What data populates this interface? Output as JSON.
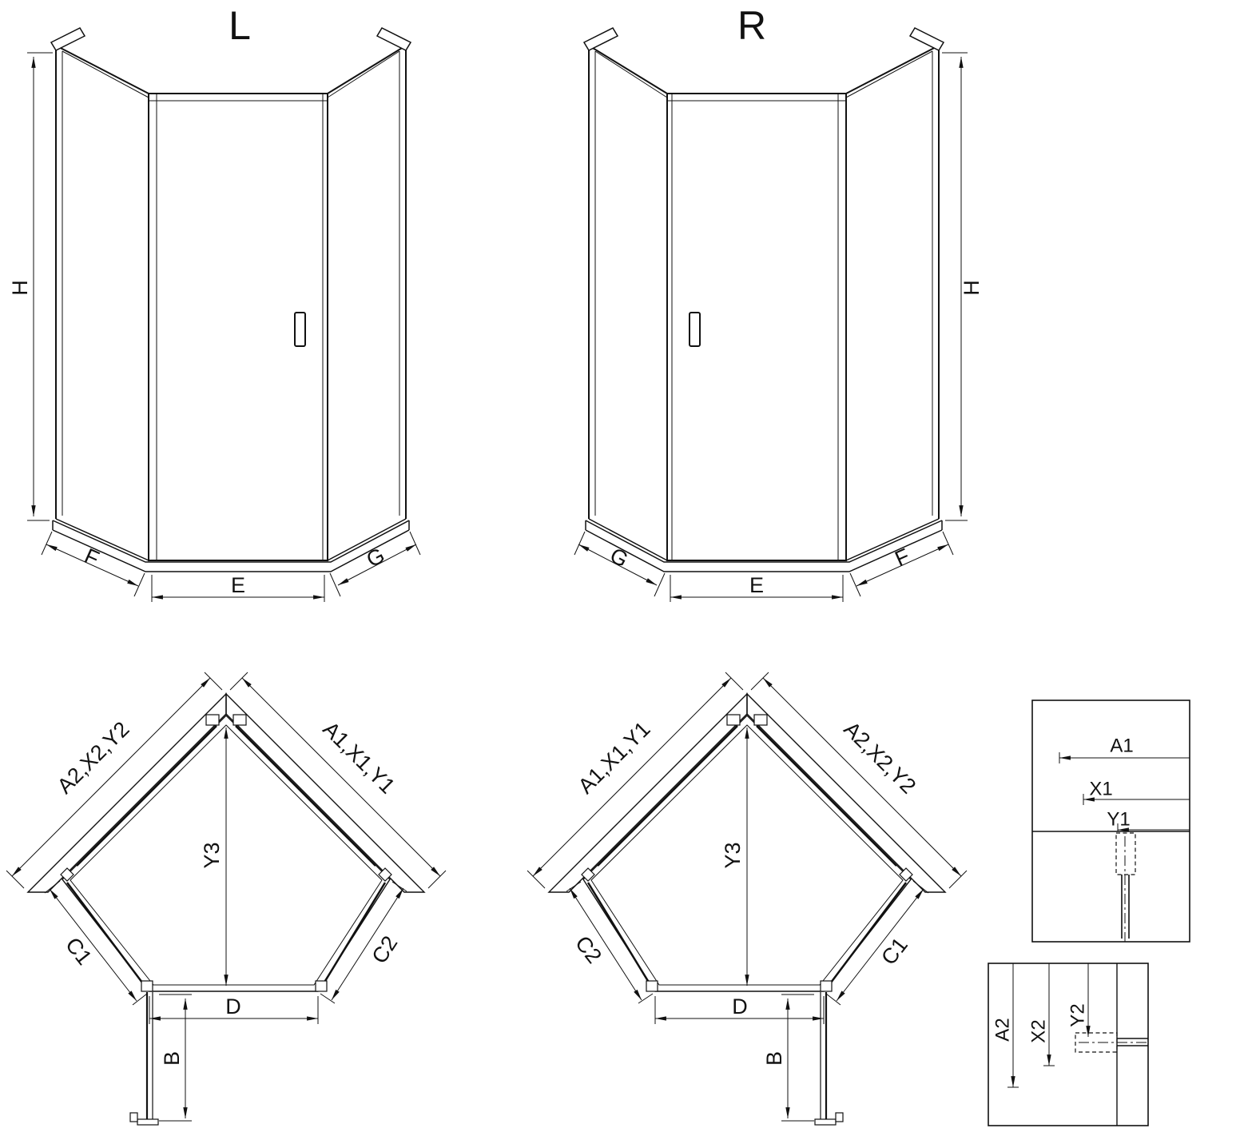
{
  "front_views": [
    {
      "title": "L",
      "height_label": "H",
      "left_bottom_label": "F",
      "center_bottom_label": "E",
      "right_bottom_label": "G"
    },
    {
      "title": "R",
      "height_label": "H",
      "left_bottom_label": "G",
      "center_bottom_label": "E",
      "right_bottom_label": "F"
    }
  ],
  "plan_views": [
    {
      "upper_left_wall_label": "A2,X2,Y2",
      "upper_right_wall_label": "A1,X1,Y1",
      "depth_label": "Y3",
      "left_cut_label": "C1",
      "right_cut_label": "C2",
      "door_width_label": "D",
      "door_swing_label": "B"
    },
    {
      "upper_left_wall_label": "A1,X1,Y1",
      "upper_right_wall_label": "A2,X2,Y2",
      "depth_label": "Y3",
      "left_cut_label": "C2",
      "right_cut_label": "C1",
      "door_width_label": "D",
      "door_swing_label": "B"
    }
  ],
  "detail_views": [
    {
      "labels": [
        "A1",
        "X1",
        "Y1"
      ]
    },
    {
      "labels": [
        "A2",
        "X2",
        "Y2"
      ]
    }
  ],
  "line_color": "#111111",
  "background_color": "#ffffff"
}
